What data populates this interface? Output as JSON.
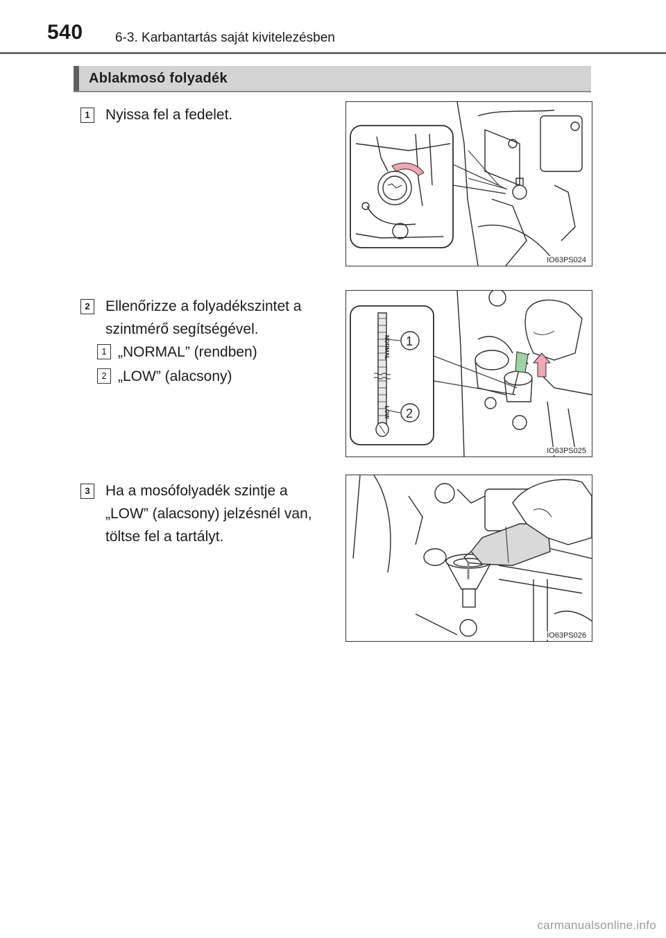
{
  "header": {
    "page_number": "540",
    "chapter": "6-3. Karbantartás saját kivitelezésben"
  },
  "section": {
    "title": "Ablakmosó folyadék"
  },
  "steps": [
    {
      "number": "1",
      "lines": [
        "Nyissa fel a fedelet."
      ],
      "figure_code": "IO63PS024"
    },
    {
      "number": "2",
      "lines": [
        "Ellenőrizze a folyadékszintet a",
        "szintmérő segítségével."
      ],
      "sub_items": [
        {
          "number": "1",
          "text": "„NORMAL” (rendben)"
        },
        {
          "number": "2",
          "text": "„LOW” (alacsony)"
        }
      ],
      "figure_code": "IO63PS025",
      "figure_labels": {
        "dipstick_normal": "NORMAL",
        "dipstick_low": "LOW",
        "callout_1": "1",
        "callout_2": "2"
      }
    },
    {
      "number": "3",
      "lines": [
        "Ha a mosófolyadék szintje a",
        "„LOW” (alacsony) jelzésnél van,",
        "töltse fel a tartályt."
      ],
      "figure_code": "IO63PS026"
    }
  ],
  "watermark": "carmanualsonline.info"
}
